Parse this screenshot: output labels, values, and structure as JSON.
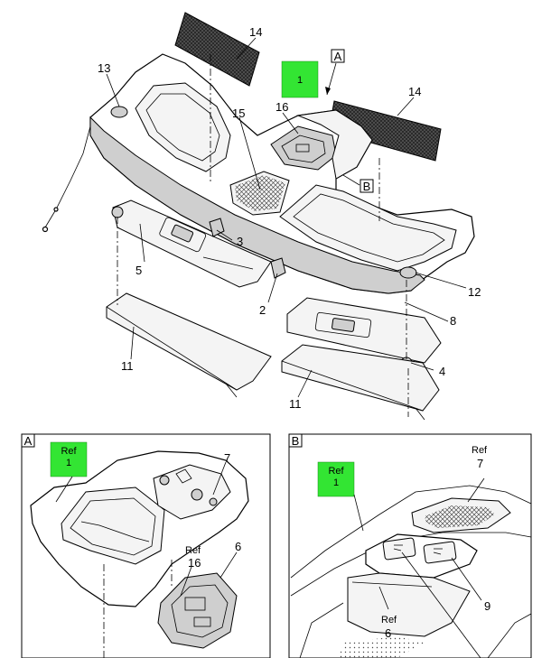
{
  "colors": {
    "highlight": "#33e533",
    "mesh": "#3a3a3a",
    "line": "#000000"
  },
  "callouts": {
    "c1": "1",
    "c2": "2",
    "c3": "3",
    "c4": "4",
    "c5": "5",
    "c8": "8",
    "c11a": "11",
    "c11b": "11",
    "c12": "12",
    "c13": "13",
    "c14a": "14",
    "c14b": "14",
    "c15": "15",
    "c16": "16",
    "view_a": "A",
    "view_b": "B"
  },
  "detail_a": {
    "label": "A",
    "ref_green": [
      "Ref",
      "1"
    ],
    "c7": "7",
    "ref16": [
      "Ref",
      "16"
    ],
    "c6": "6"
  },
  "detail_b": {
    "label": "B",
    "ref7": [
      "Ref",
      "7"
    ],
    "ref_green": [
      "Ref",
      "1"
    ],
    "c9": "9",
    "ref6": [
      "Ref",
      "6"
    ]
  }
}
